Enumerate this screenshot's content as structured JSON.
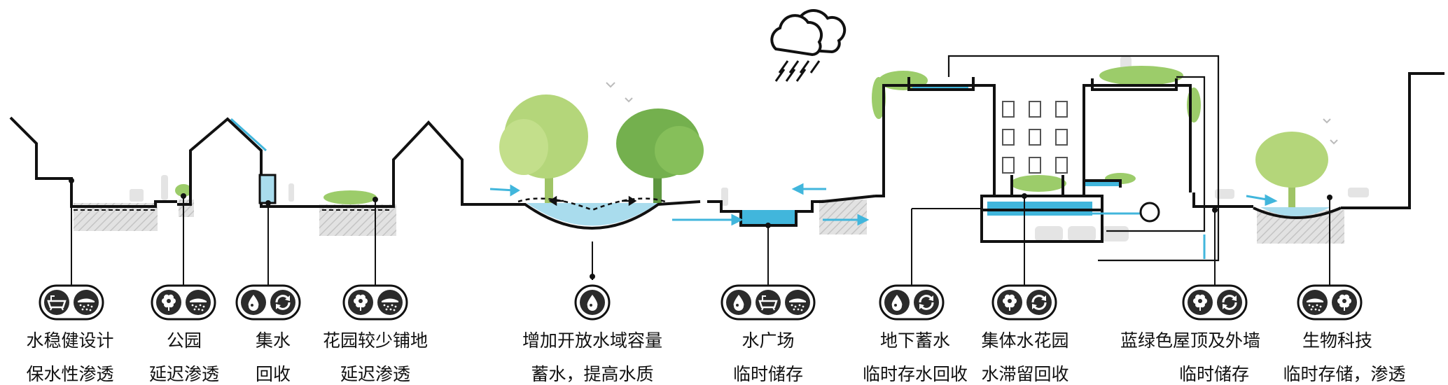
{
  "colors": {
    "line": "#111111",
    "water": "#41b6dc",
    "water_light": "#a9dced",
    "tree_light": "#b4d67a",
    "tree_dark": "#74b04e",
    "ground": "#d7d7d7",
    "icon_bg": "#2b2b2b"
  },
  "stations": [
    {
      "title": "水稳健设计",
      "subtitle": "保水性渗透",
      "icons": [
        "bathtub-icon",
        "soil-icon"
      ]
    },
    {
      "title": "公园",
      "subtitle": "延迟渗透",
      "icons": [
        "flower-icon",
        "soil-icon"
      ]
    },
    {
      "title": "集水",
      "subtitle": "回收",
      "icons": [
        "water-drop-icon",
        "recycle-icon"
      ]
    },
    {
      "title": "花园较少铺地",
      "subtitle": "延迟渗透",
      "icons": [
        "flower-icon",
        "soil-icon"
      ]
    },
    {
      "title": "增加开放水域容量",
      "subtitle": "蓄水，提高水质",
      "icons": [
        "water-drop-icon"
      ]
    },
    {
      "title": "水广场",
      "subtitle": "临时储存",
      "icons": [
        "water-drop-icon",
        "bathtub-icon",
        "soil-icon"
      ]
    },
    {
      "title": "地下蓄水",
      "subtitle": "临时存水回收",
      "icons": [
        "water-drop-icon",
        "recycle-icon"
      ]
    },
    {
      "title": "集体水花园",
      "subtitle": "水滞留回收",
      "icons": [
        "flower-icon",
        "recycle-icon"
      ]
    },
    {
      "title": "蓝绿色屋顶及外墙",
      "subtitle": "临时储存",
      "icons": [
        "flower-icon",
        "recycle-icon"
      ]
    },
    {
      "title": "生物科技",
      "subtitle": "临时存储，渗透",
      "icons": [
        "soil-icon",
        "flower-icon"
      ]
    }
  ]
}
